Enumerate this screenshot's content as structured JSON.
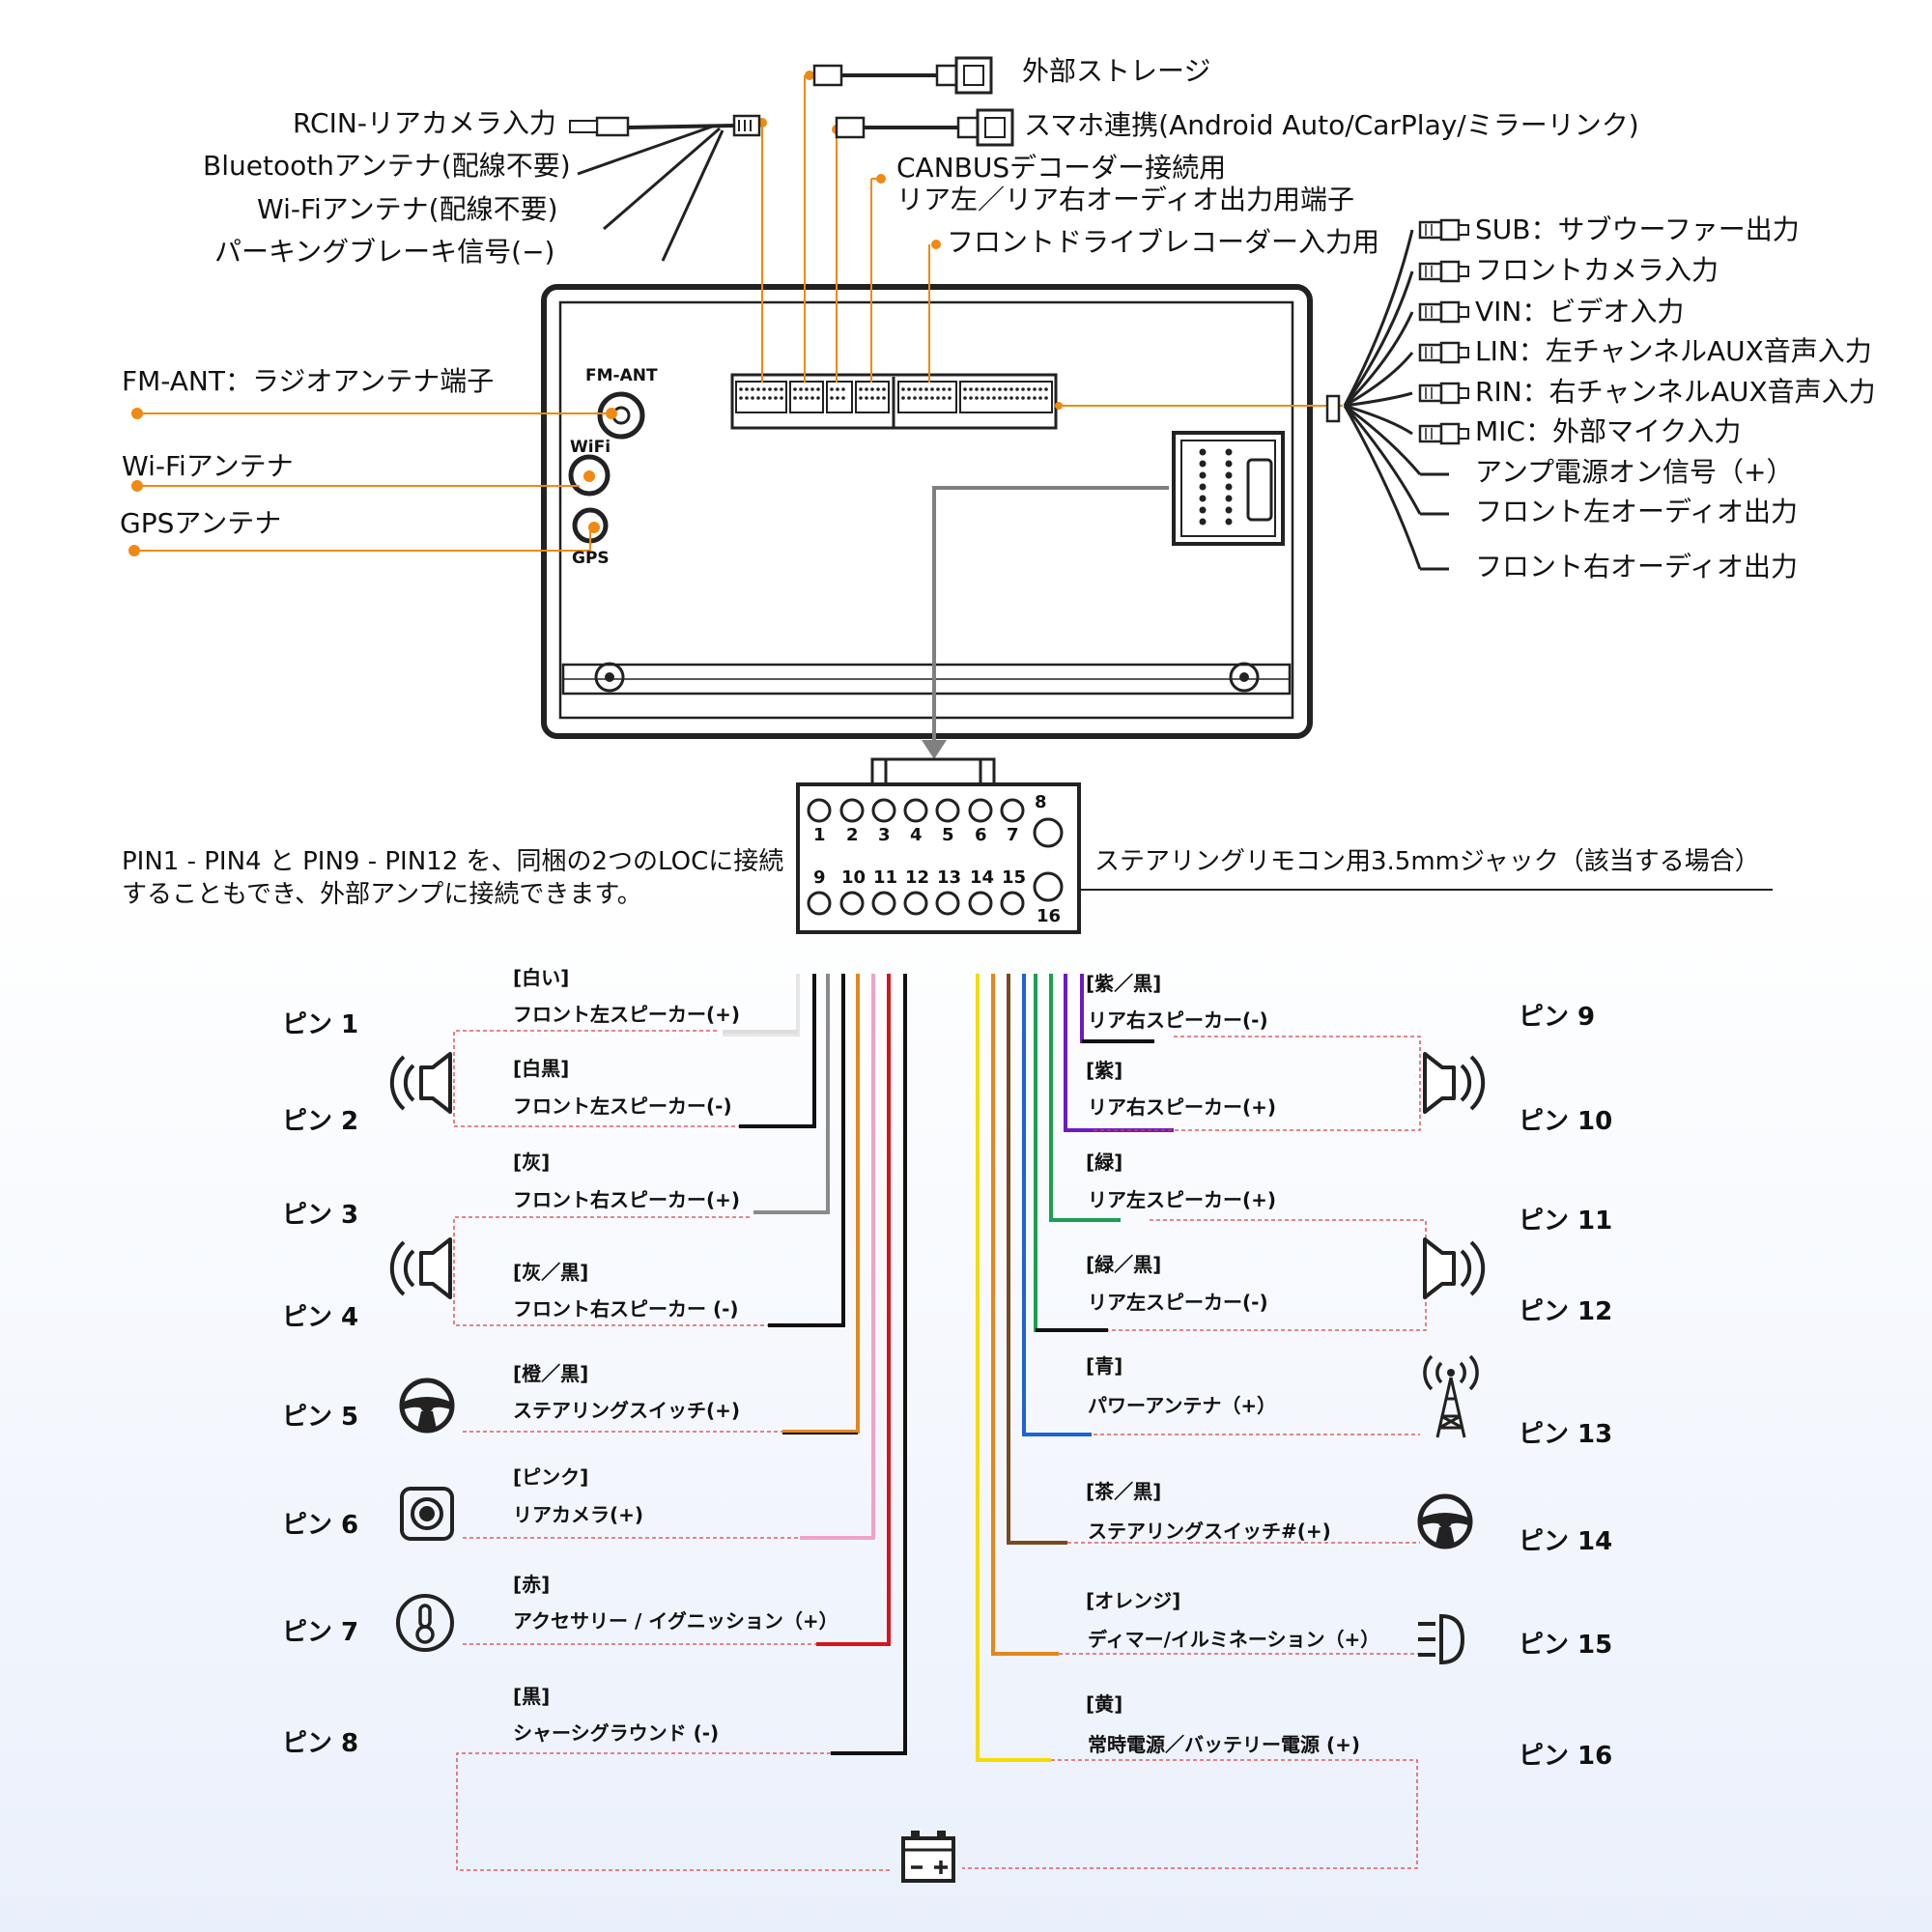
{
  "top_cables": {
    "rcin": "RCIN-リアカメラ入力",
    "bluetooth": "Bluetoothアンテナ(配線不要)",
    "wifi_cable": "Wi-Fiアンテナ(配線不要)",
    "parking": "パーキングブレーキ信号(−)",
    "storage": "外部ストレージ",
    "phone": "スマホ連携(Android Auto/CarPlay/ミラーリンク)",
    "canbus_1": "CANBUSデコーダー接続用",
    "canbus_2": "リア左／リア右オーディオ出力用端子",
    "dashcam": "フロントドライブレコーダー入力用"
  },
  "rca_outputs": [
    "SUB：サブウーファー出力",
    "フロントカメラ入力",
    "VIN：ビデオ入力",
    "LIN：左チャンネルAUX音声入力",
    "RIN：右チャンネルAUX音声入力",
    "MIC：外部マイク入力",
    "アンプ電源オン信号（+）",
    "フロント左オーディオ出力",
    "フロント右オーディオ出力"
  ],
  "antennas": {
    "fm_label": "FM-ANT：ラジオアンテナ端子",
    "wifi_label": "Wi-Fiアンテナ",
    "gps_label": "GPSアンテナ",
    "fm_port": "FM-ANT",
    "wifi_port": "WiFi",
    "gps_port": "GPS"
  },
  "connector": {
    "note_line1": "PIN1 - PIN4 と PIN9 - PIN12 を、同梱の2つのLOCに接続",
    "note_line2": "することもでき、外部アンプに接続できます。",
    "steering_jack": "ステアリングリモコン用3.5mmジャック（該当する場合）",
    "top_numbers": [
      "1",
      "2",
      "3",
      "4",
      "5",
      "6",
      "7",
      "8"
    ],
    "bottom_numbers": [
      "9",
      "10",
      "11",
      "12",
      "13",
      "14",
      "15",
      "16"
    ]
  },
  "pins": [
    {
      "label": "ピン 1",
      "color_name": "[白い]",
      "desc": "フロント左スピーカー(+)",
      "color": "#e6e6e6"
    },
    {
      "label": "ピン 2",
      "color_name": "[白黒]",
      "desc": "フロント左スピーカー(-)",
      "color": "#111111"
    },
    {
      "label": "ピン 3",
      "color_name": "[灰]",
      "desc": "フロント右スピーカー(+)",
      "color": "#8a8a8a"
    },
    {
      "label": "ピン 4",
      "color_name": "[灰／黒]",
      "desc": "フロント右スピーカー (-)",
      "color": "#111111"
    },
    {
      "label": "ピン 5",
      "color_name": "[橙／黒]",
      "desc": "ステアリングスイッチ(+)",
      "color": "#e3871f"
    },
    {
      "label": "ピン 6",
      "color_name": "[ピンク]",
      "desc": "リアカメラ(+)",
      "color": "#f0a2c8"
    },
    {
      "label": "ピン 7",
      "color_name": "[赤]",
      "desc": "アクセサリー / イグニッション（+）",
      "color": "#d8141b"
    },
    {
      "label": "ピン 8",
      "color_name": "[黒]",
      "desc": "シャーシグラウンド (-)",
      "color": "#111111"
    },
    {
      "label": "ピン 9",
      "color_name": "[紫／黒]",
      "desc": "リア右スピーカー(-)",
      "color": "#111111"
    },
    {
      "label": "ピン 10",
      "color_name": "[紫]",
      "desc": "リア右スピーカー(+)",
      "color": "#6a1cc4"
    },
    {
      "label": "ピン 11",
      "color_name": "[緑]",
      "desc": "リア左スピーカー(+)",
      "color": "#1aa050"
    },
    {
      "label": "ピン 12",
      "color_name": "[緑／黒]",
      "desc": "リア左スピーカー(-)",
      "color": "#111111"
    },
    {
      "label": "ピン 13",
      "color_name": "[青]",
      "desc": "パワーアンテナ（+）",
      "color": "#1e63d1"
    },
    {
      "label": "ピン 14",
      "color_name": "[茶／黒]",
      "desc": "ステアリングスイッチ#(+)",
      "color": "#7a4a1e"
    },
    {
      "label": "ピン 15",
      "color_name": "[オレンジ]",
      "desc": "ディマー/イルミネーション（+）",
      "color": "#e3871f"
    },
    {
      "label": "ピン 16",
      "color_name": "[黄]",
      "desc": "常時電源／バッテリー電源 (+)",
      "color": "#f5dc00"
    }
  ],
  "icons": {
    "speaker": "speaker-icon",
    "steering": "steering-wheel-icon",
    "camera": "camera-icon",
    "ignition": "ignition-key-icon",
    "antenna": "antenna-tower-icon",
    "headlight": "headlight-icon",
    "battery": "battery-icon"
  },
  "accent_color": "#f08a12"
}
